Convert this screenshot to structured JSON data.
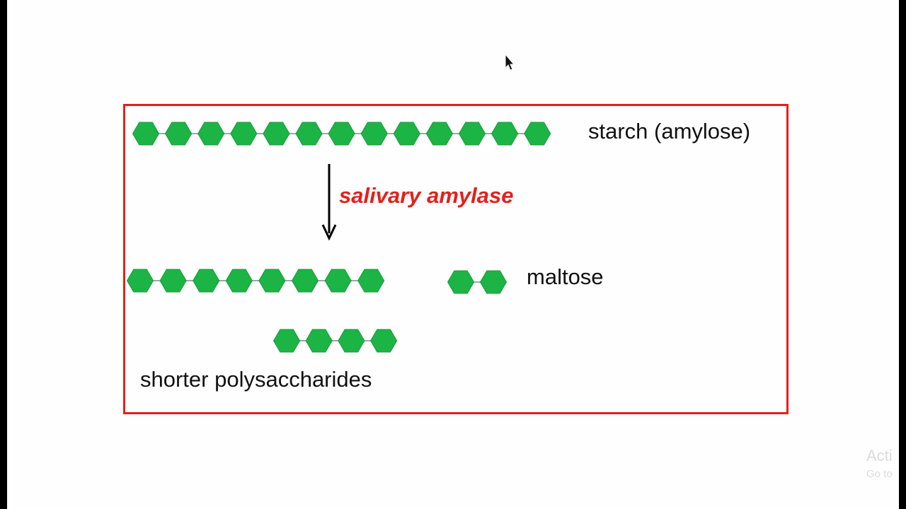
{
  "diagram": {
    "labels": {
      "starch": "starch (amylose)",
      "enzyme": "salivary amylase",
      "maltose": "maltose",
      "shorter": "shorter polysaccharides"
    },
    "chains": {
      "starch": 13,
      "product_chain": 8,
      "maltose": 2,
      "shorter": 4
    },
    "colors": {
      "frame": "#e3201b",
      "glucose": "#1db446",
      "glucose_edge": "#159a38",
      "bond": "#9ea8a8",
      "enzyme_text": "#e3201b",
      "arrow": "#000000"
    },
    "icons": {
      "glucose": "hexagon",
      "arrow": "arrow-down",
      "cursor": "mouse-pointer-icon"
    }
  },
  "overlay": {
    "activate_title": "Acti",
    "activate_sub": "Go to"
  }
}
